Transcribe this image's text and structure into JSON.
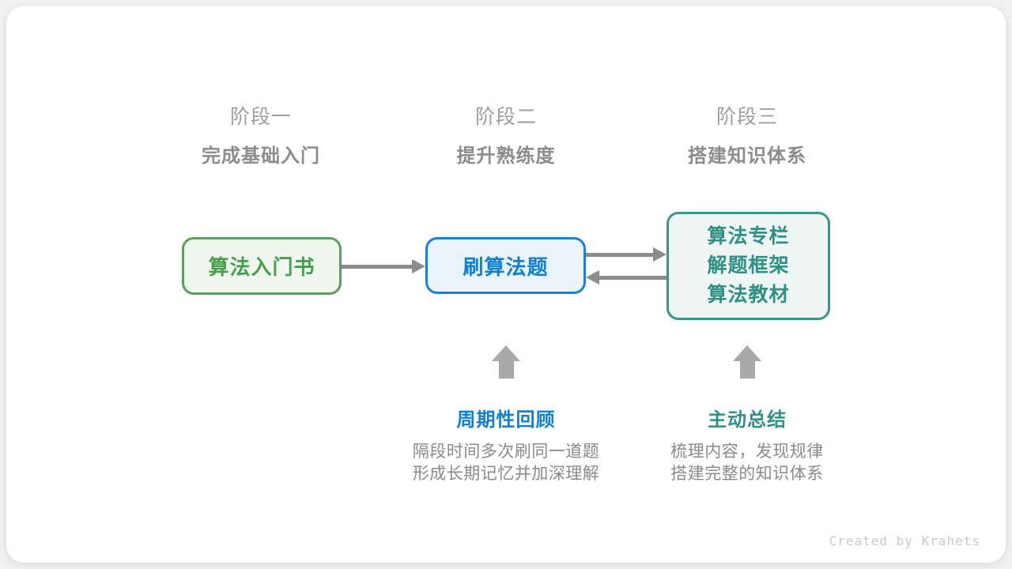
{
  "stages": [
    {
      "label": "阶段一",
      "subtitle": "完成基础入门"
    },
    {
      "label": "阶段二",
      "subtitle": "提升熟练度"
    },
    {
      "label": "阶段三",
      "subtitle": "搭建知识体系"
    }
  ],
  "boxes": [
    {
      "text": "算法入门书"
    },
    {
      "text": "刷算法题"
    },
    {
      "lines": [
        "算法专栏",
        "解题框架",
        "算法教材"
      ]
    }
  ],
  "annotations": [
    {
      "title": "周期性回顾",
      "desc_line1": "隔段时间多次刷同一道题",
      "desc_line2": "形成长期记忆并加深理解"
    },
    {
      "title": "主动总结",
      "desc_line1": "梳理内容，发现规律",
      "desc_line2": "搭建完整的知识体系"
    }
  ],
  "footer": {
    "credit": "Created by Krahets"
  },
  "colors": {
    "green_border": "#5b9e60",
    "green_text": "#479f4e",
    "green_fill": "#f0f7ef",
    "blue_border": "#1a82d6",
    "blue_text": "#1180d2",
    "blue_fill": "#e9f3fc",
    "teal_border": "#3b958a",
    "teal_text": "#2e9184",
    "teal_fill": "#eef7f4",
    "arrow_gray": "#8c8c8c",
    "up_arrow_gray": "#a8a8a8",
    "stage_label_gray": "#9e9e9e",
    "stage_subtitle_gray": "#8c8c8c",
    "desc_gray": "#8a8a8a",
    "credit_gray": "#c9c9c9"
  }
}
